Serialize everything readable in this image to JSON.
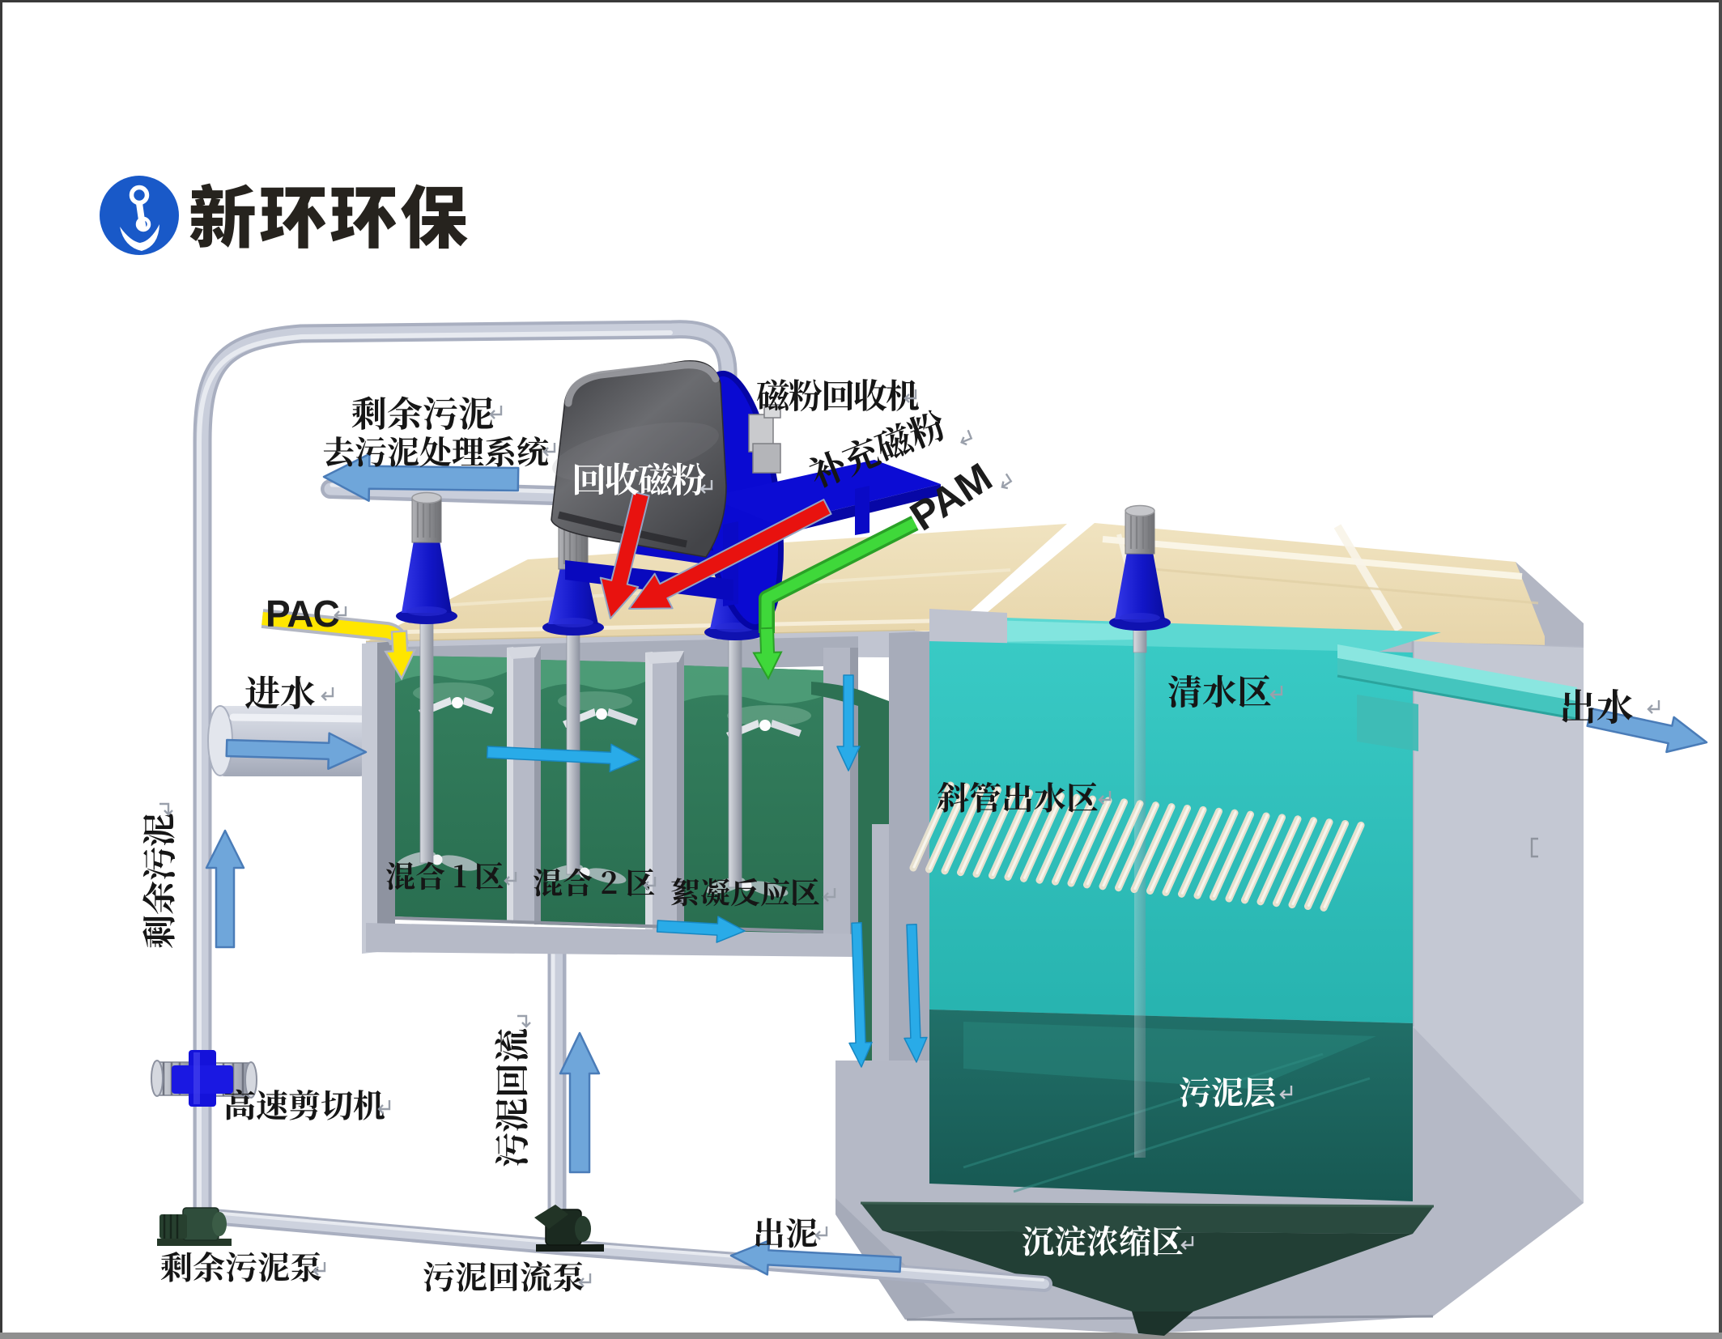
{
  "page": {
    "background": "#ffffff",
    "border_color": "#3a3a3a",
    "bottom_bar_color": "#8f8f8f"
  },
  "brand": {
    "name": "新环环保",
    "logo_color": "#1959c8",
    "text_color": "#26231e"
  },
  "icons": {
    "logo_mark": "anchor-icon",
    "paragraph_return_mark": "return-mark-icon",
    "stray_bracket_mark": "bracket-mark-icon"
  },
  "diagram": {
    "labels": {
      "surplus_sludge_line1": "剩余污泥",
      "surplus_sludge_line2": "去污泥处理系统",
      "magnetic_powder_recovery_machine": "磁粉回收机",
      "recycled_magnetic_powder": "回收磁粉",
      "supplementary_magnetic_powder": "补充磁粉",
      "pam": "PAM",
      "pac": "PAC",
      "inlet_water": "进水",
      "clear_water_zone": "清水区",
      "outlet_water": "出水",
      "inclined_tube_outlet_zone": "斜管出水区",
      "mixing_zone_1": "混合 1 区",
      "mixing_zone_2": "混合 2 区",
      "flocculation_reaction_zone": "絮凝反应区",
      "surplus_sludge_vertical": "剩余污泥",
      "sludge_return": "污泥回流",
      "high_speed_shear_machine": "高速剪切机",
      "sludge_layer": "污泥层",
      "sedimentation_thickening_zone": "沉淀浓缩区",
      "sludge_outlet": "出泥",
      "surplus_sludge_pump": "剩余污泥泵",
      "sludge_return_pump": "污泥回流泵"
    },
    "flow_colors": {
      "water_arrow": "#68a2d8",
      "internal_flow_arrow": "#29abe8",
      "magnetic_powder_arrow": "#e8120f",
      "pam_arrow": "#3fd83a",
      "pac_arrow": "#ffe600"
    },
    "equipment_colors": {
      "pipe": "#c9cedb",
      "deck": "#ecdcb4",
      "mixing_water": "#2e7a5c",
      "clarified_water": "#36c9c5",
      "sludge_layer": "#1d665f",
      "hopper": "#223f35",
      "mixer_motor": "#1414cf",
      "drum_shell": "#4a4b4e",
      "drum_frame": "#0c0cd4"
    }
  }
}
